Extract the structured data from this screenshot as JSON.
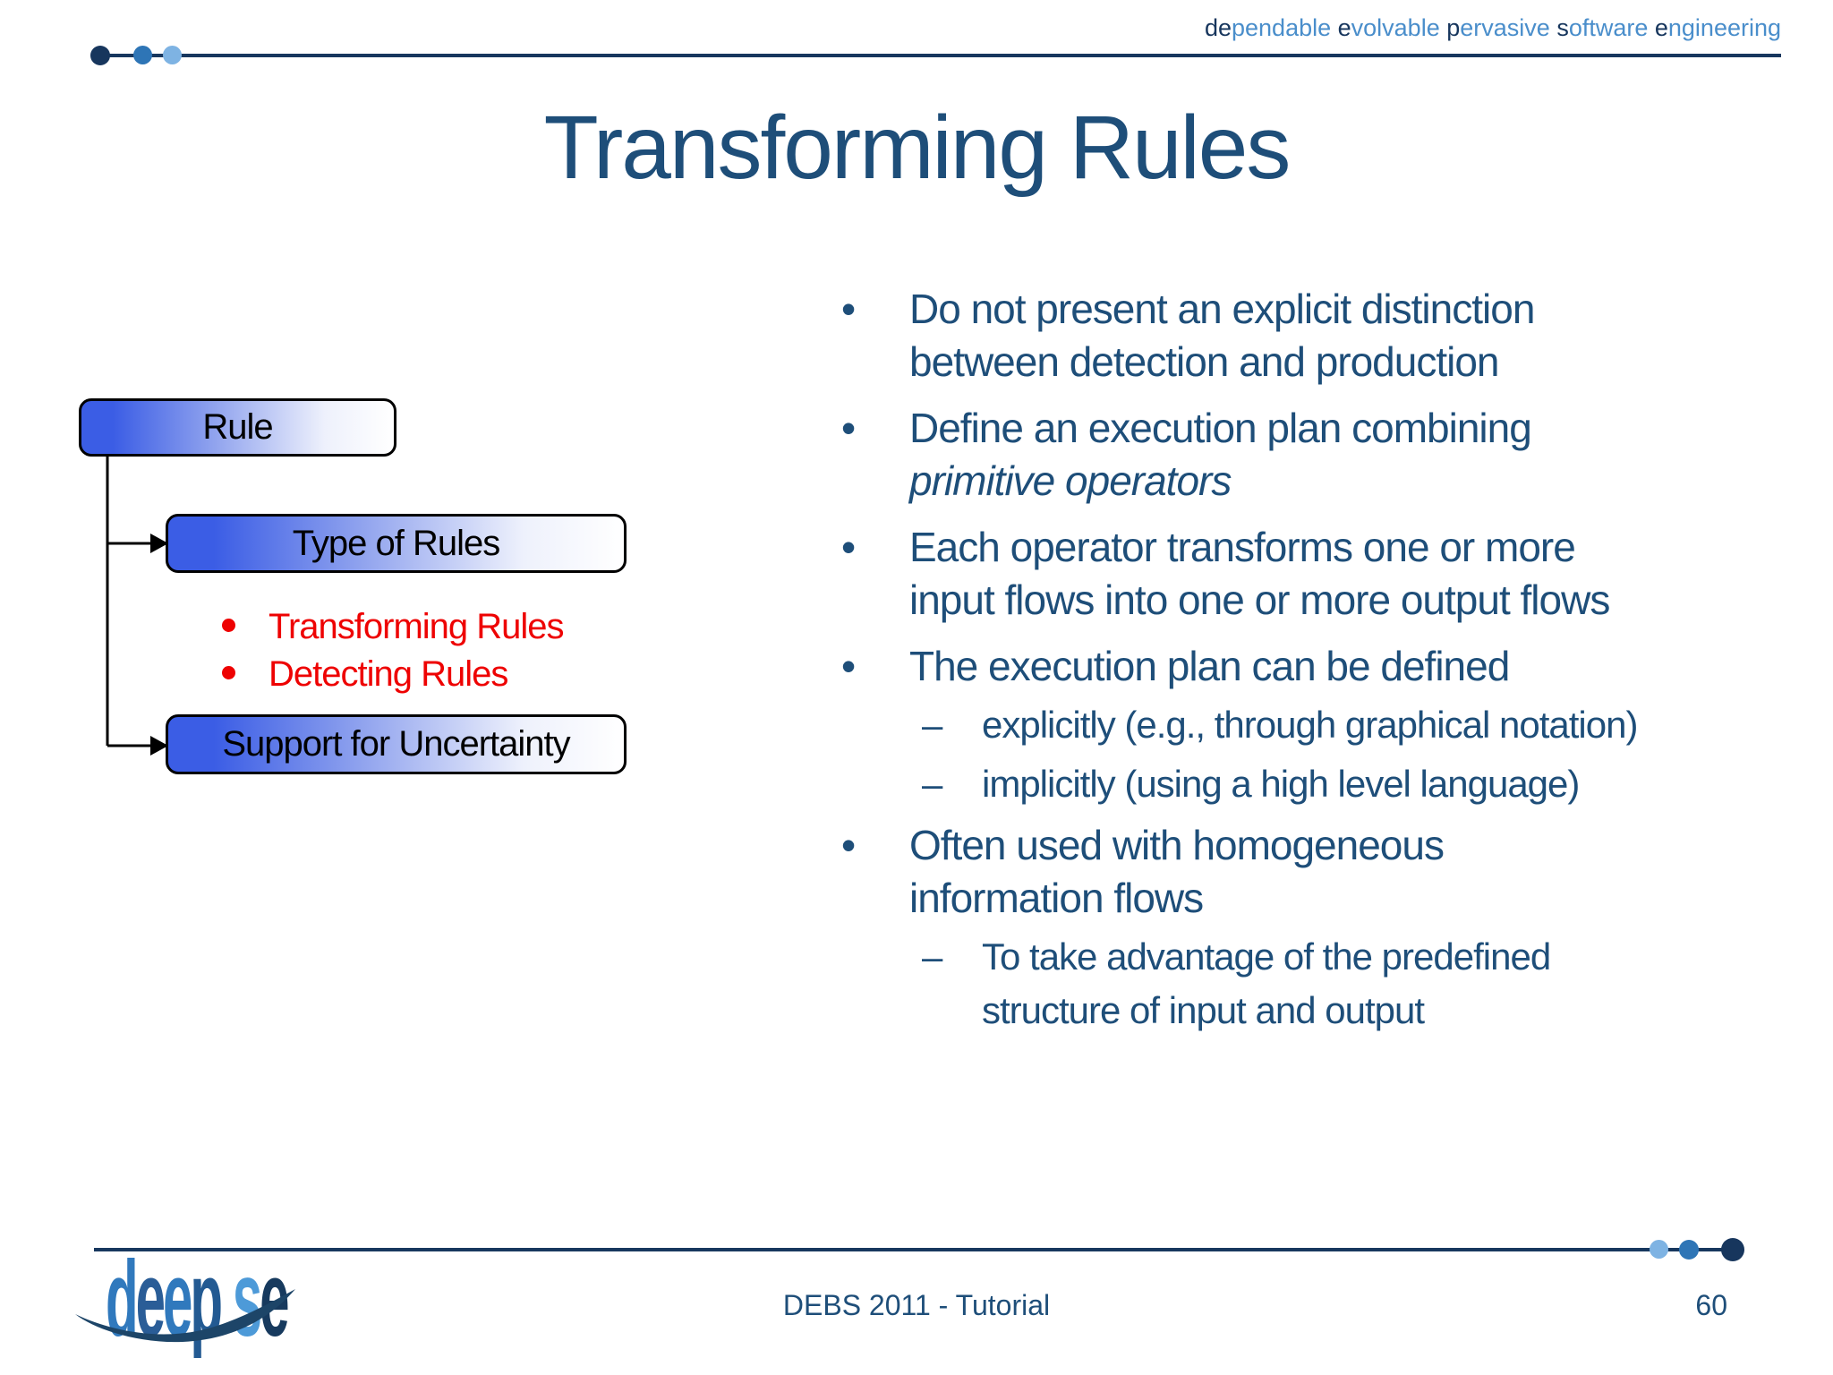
{
  "colors": {
    "title_text": "#1e4e79",
    "body_text": "#1e4e79",
    "red_accent": "#ee0202",
    "line_navy": "#17375e",
    "node_fill_blue": "#3b5de5",
    "dot_light": "#7eb3e3",
    "dot_mid": "#2e75b6",
    "dot_dark": "#17365d"
  },
  "header": {
    "brand": [
      {
        "t": "de"
      },
      {
        "t": "pendable "
      },
      {
        "t": "e"
      },
      {
        "t": "volvable "
      },
      {
        "t": "p"
      },
      {
        "t": "ervasive "
      },
      {
        "t": "s"
      },
      {
        "t": "oftware "
      },
      {
        "t": "e"
      },
      {
        "t": "ngineering"
      }
    ]
  },
  "title": "Transforming Rules",
  "diagram": {
    "nodes": [
      {
        "label": "Rule"
      },
      {
        "label": "Type of Rules"
      },
      {
        "label": "Support for Uncertainty"
      }
    ],
    "red_items": [
      {
        "label": "Transforming Rules"
      },
      {
        "label": "Detecting Rules"
      }
    ]
  },
  "content": {
    "bullet_char": "•",
    "dash_char": "–",
    "bullets": [
      {
        "l1": "Do not present an explicit distinction",
        "l2": "between detection and production"
      },
      {
        "l1": "Define an execution plan combining",
        "l2_italic": "primitive operators"
      },
      {
        "l1": "Each operator transforms one or more",
        "l2": "input flows into one or more output flows"
      },
      {
        "l1": "The execution plan can be defined",
        "subs": [
          {
            "l1": "explicitly (e.g., through graphical notation)"
          },
          {
            "l1": "implicitly (using a high level language)"
          }
        ]
      },
      {
        "l1": "Often used with homogeneous",
        "l2": "information flows",
        "subs": [
          {
            "l1": "To take advantage of the predefined",
            "l2": "structure of input and output"
          }
        ]
      }
    ]
  },
  "footer": {
    "center_text": "DEBS 2011 - Tutorial",
    "page_number": "60"
  },
  "logo": {
    "letters": [
      "d",
      "e",
      "e",
      "p",
      " ",
      "s",
      "e"
    ]
  }
}
